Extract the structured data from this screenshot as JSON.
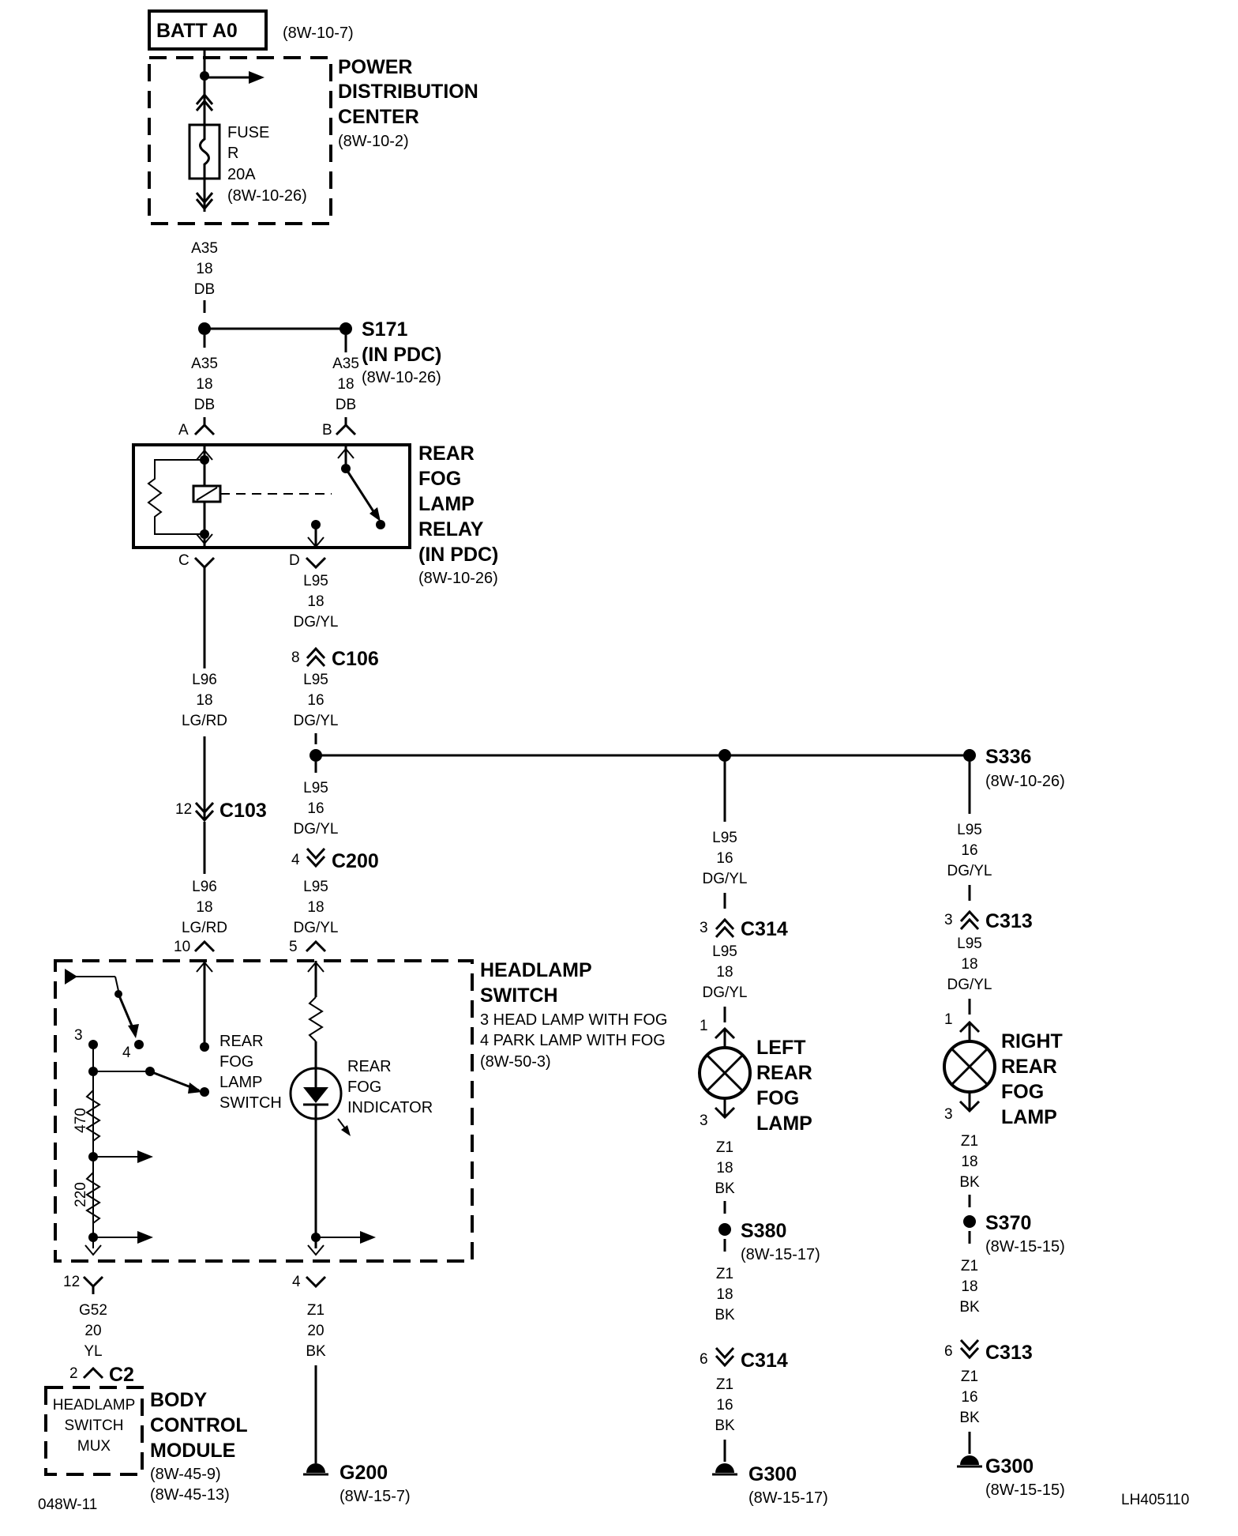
{
  "batt": {
    "label": "BATT A0",
    "ref": "(8W-10-7)"
  },
  "pdc": {
    "l1": "POWER",
    "l2": "DISTRIBUTION",
    "l3": "CENTER",
    "ref": "(8W-10-2)"
  },
  "fuse": {
    "l1": "FUSE",
    "l2": "R",
    "l3": "20A",
    "ref": "(8W-10-26)"
  },
  "wires": {
    "a35_1": [
      "A35",
      "18",
      "DB"
    ],
    "a35_2": [
      "A35",
      "18",
      "DB"
    ],
    "a35_3": [
      "A35",
      "18",
      "DB"
    ],
    "l95_1": [
      "L95",
      "18",
      "DG/YL"
    ],
    "l95_2": [
      "L95",
      "16",
      "DG/YL"
    ],
    "l95_3": [
      "L95",
      "16",
      "DG/YL"
    ],
    "l95_4": [
      "L95",
      "18",
      "DG/YL"
    ],
    "l96_1": [
      "L96",
      "18",
      "LG/RD"
    ],
    "l96_2": [
      "L96",
      "18",
      "LG/RD"
    ],
    "l95_left1": [
      "L95",
      "16",
      "DG/YL"
    ],
    "l95_left2": [
      "L95",
      "18",
      "DG/YL"
    ],
    "l95_right1": [
      "L95",
      "16",
      "DG/YL"
    ],
    "l95_right2": [
      "L95",
      "18",
      "DG/YL"
    ],
    "g52": [
      "G52",
      "20",
      "YL"
    ],
    "z1_mid": [
      "Z1",
      "20",
      "BK"
    ],
    "z1_left1": [
      "Z1",
      "18",
      "BK"
    ],
    "z1_left2": [
      "Z1",
      "18",
      "BK"
    ],
    "z1_left3": [
      "Z1",
      "16",
      "BK"
    ],
    "z1_right1": [
      "Z1",
      "18",
      "BK"
    ],
    "z1_right2": [
      "Z1",
      "18",
      "BK"
    ],
    "z1_right3": [
      "Z1",
      "16",
      "BK"
    ]
  },
  "splices": {
    "s171": {
      "name": "S171",
      "sub": "(IN PDC)",
      "ref": "(8W-10-26)"
    },
    "s336": {
      "name": "S336",
      "ref": "(8W-10-26)"
    },
    "s380": {
      "name": "S380",
      "ref": "(8W-15-17)"
    },
    "s370": {
      "name": "S370",
      "ref": "(8W-15-15)"
    }
  },
  "relay": {
    "l1": "REAR",
    "l2": "FOG",
    "l3": "LAMP",
    "l4": "RELAY",
    "l5": "(IN PDC)",
    "ref": "(8W-10-26)",
    "pins": {
      "a": "A",
      "b": "B",
      "c": "C",
      "d": "D"
    }
  },
  "connectors": {
    "c106": {
      "name": "C106",
      "pin": "8"
    },
    "c103": {
      "name": "C103",
      "pin": "12"
    },
    "c200": {
      "name": "C200",
      "pin": "4"
    },
    "c314a": {
      "name": "C314",
      "pin": "3"
    },
    "c314b": {
      "name": "C314",
      "pin": "6"
    },
    "c313a": {
      "name": "C313",
      "pin": "3"
    },
    "c313b": {
      "name": "C313",
      "pin": "6"
    },
    "c2": {
      "name": "C2",
      "pin": "2"
    }
  },
  "headlamp": {
    "l1": "HEADLAMP",
    "l2": "SWITCH",
    "d1": "3 HEAD LAMP WITH FOG",
    "d2": "4 PARK LAMP WITH FOG",
    "ref": "(8W-50-3)",
    "pin10": "10",
    "pin5": "5",
    "pin12": "12",
    "pin4": "4",
    "pos3": "3",
    "pos4": "4",
    "r1": "470",
    "r2": "220",
    "sw": [
      "REAR",
      "FOG",
      "LAMP",
      "SWITCH"
    ],
    "ind": [
      "REAR",
      "FOG",
      "INDICATOR"
    ]
  },
  "lamps": {
    "left": {
      "l1": "LEFT",
      "l2": "REAR",
      "l3": "FOG",
      "l4": "LAMP",
      "p1": "1",
      "p3": "3"
    },
    "right": {
      "l1": "RIGHT",
      "l2": "REAR",
      "l3": "FOG",
      "l4": "LAMP",
      "p1": "1",
      "p3": "3"
    }
  },
  "bcm": {
    "in1": "HEADLAMP",
    "in2": "SWITCH",
    "in3": "MUX",
    "l1": "BODY",
    "l2": "CONTROL",
    "l3": "MODULE",
    "ref1": "(8W-45-9)",
    "ref2": "(8W-45-13)"
  },
  "grounds": {
    "g200": {
      "name": "G200",
      "ref": "(8W-15-7)"
    },
    "g300a": {
      "name": "G300",
      "ref": "(8W-15-17)"
    },
    "g300b": {
      "name": "G300",
      "ref": "(8W-15-15)"
    }
  },
  "corner": {
    "left": "048W-11",
    "right": "LH405110"
  }
}
